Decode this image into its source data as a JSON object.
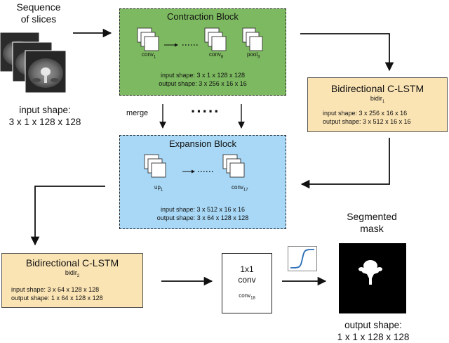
{
  "input": {
    "title_line1": "Sequence",
    "title_line2": "of slices",
    "shape_label": "input shape:",
    "shape_value": "3 x 1 x 128 x 128"
  },
  "contraction": {
    "title": "Contraction Block",
    "layer_first": "conv",
    "layer_first_sub": "1",
    "dots": "·······",
    "layer_mid": "conv",
    "layer_mid_sub": "8",
    "layer_last": "pool",
    "layer_last_sub": "3",
    "input_shape": "input shape: 3 x 1 x 128 x 128",
    "output_shape": "output shape: 3 x 256 x 16 x 16",
    "color": "#7db960"
  },
  "bidir1": {
    "title": "Bidirectional C-LSTM",
    "subtitle": "bidir",
    "subtitle_sub": "1",
    "input_shape": "input shape: 3 x 256 x 16 x 16",
    "output_shape": "output shape: 3 x 512 x 16 x 16",
    "color": "#fbe4b4"
  },
  "merge": {
    "label": "merge",
    "dots": "·····"
  },
  "expansion": {
    "title": "Expansion Block",
    "layer_first": "up",
    "layer_first_sub": "1",
    "dots": "·······",
    "layer_last": "conv",
    "layer_last_sub": "17",
    "input_shape": "input shape: 3 x 512 x 16 x 16",
    "output_shape": "output shape: 3 x 64 x 128 x 128",
    "color": "#a8d8f6"
  },
  "bidir2": {
    "title": "Bidirectional C-LSTM",
    "subtitle": "bidir",
    "subtitle_sub": "2",
    "input_shape": "input shape: 3 x 64 x 128 x 128",
    "output_shape": "output shape: 1 x 64 x 128 x 128",
    "color": "#fbe4b4"
  },
  "conv": {
    "title_line1": "1x1",
    "title_line2": "conv",
    "sub": "conv",
    "sub_sub": "18"
  },
  "output": {
    "title_line1": "Segmented",
    "title_line2": "mask",
    "shape_label": "output shape:",
    "shape_value": "1 x 1 x 128 x 128"
  },
  "colors": {
    "arrow": "#111111",
    "sigmoid": "#2a6db5"
  }
}
